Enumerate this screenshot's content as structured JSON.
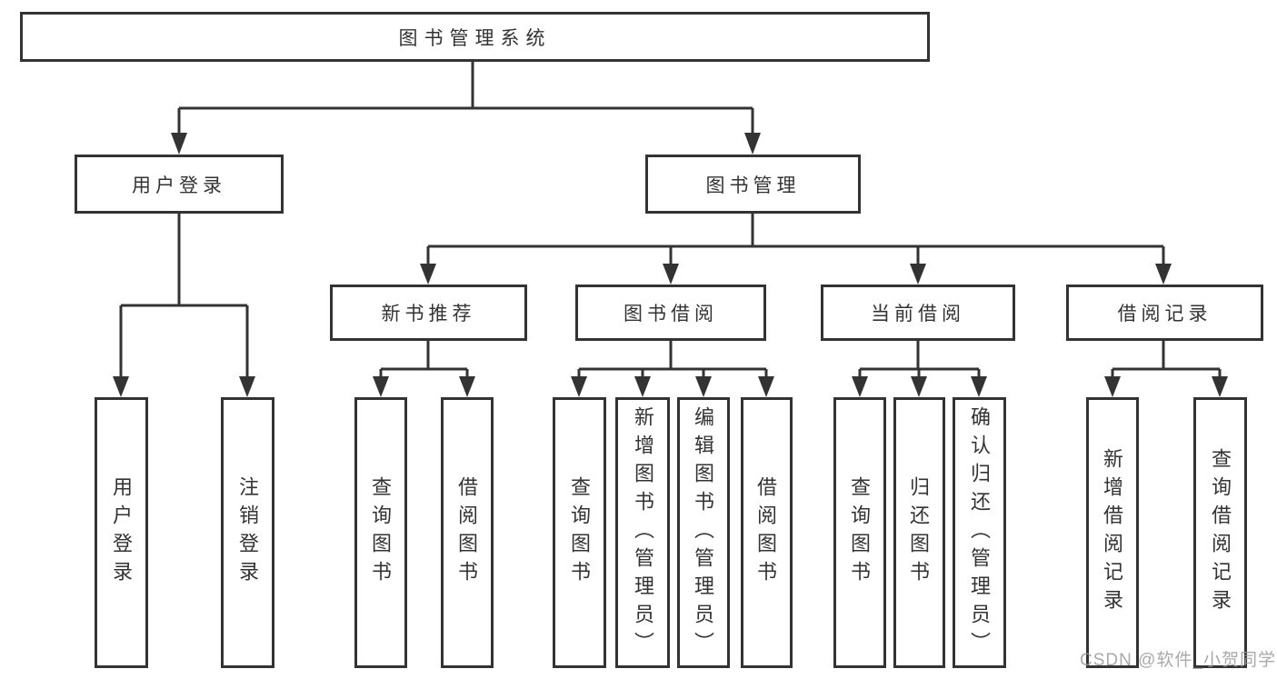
{
  "tree": {
    "label": "图书管理系统",
    "children": [
      {
        "label": "用户登录",
        "children": [
          {
            "label": "用户登录"
          },
          {
            "label": "注销登录"
          }
        ]
      },
      {
        "label": "图书管理",
        "children": [
          {
            "label": "新书推荐",
            "children": [
              {
                "label": "查询图书"
              },
              {
                "label": "借阅图书"
              }
            ]
          },
          {
            "label": "图书借阅",
            "children": [
              {
                "label": "查询图书"
              },
              {
                "label": "新增图书（管理员）"
              },
              {
                "label": "编辑图书（管理员）"
              },
              {
                "label": "借阅图书"
              }
            ]
          },
          {
            "label": "当前借阅",
            "children": [
              {
                "label": "查询图书"
              },
              {
                "label": "归还图书"
              },
              {
                "label": "确认归还（管理员）"
              }
            ]
          },
          {
            "label": "借阅记录",
            "children": [
              {
                "label": "新增借阅记录"
              },
              {
                "label": "查询借阅记录"
              }
            ]
          }
        ]
      }
    ]
  },
  "watermark": {
    "text": "CSDN @软件_小贺同学"
  },
  "colors": {
    "line": "#333333",
    "text": "#333333",
    "box_background": "#ffffff",
    "watermark": "#969696"
  }
}
